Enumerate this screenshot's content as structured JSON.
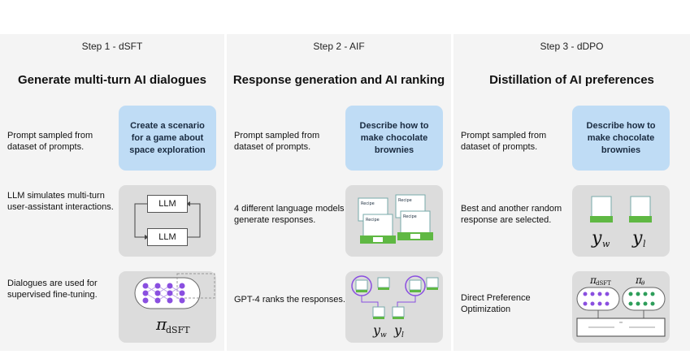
{
  "steps": [
    {
      "step_label": "Step 1 - dSFT",
      "title": "Generate multi-turn AI dialogues",
      "rows": [
        {
          "desc": "Prompt sampled from dataset of prompts.",
          "prompt": "Create a scenario for a game about space exploration"
        },
        {
          "desc": "LLM simulates multi-turn user-assistant interactions.",
          "llm_labels": [
            "LLM",
            "LLM"
          ]
        },
        {
          "desc": "Dialogues are used for supervised fine-tuning.",
          "model_label": "π",
          "model_sub": "dSFT"
        }
      ]
    },
    {
      "step_label": "Step 2 - AIF",
      "title": "Response generation and AI ranking",
      "rows": [
        {
          "desc": "Prompt sampled from dataset of prompts.",
          "prompt": "Describe how to make chocolate brownies"
        },
        {
          "desc": "4 different language models generate responses.",
          "card_title": "Recipe"
        },
        {
          "desc": "GPT-4 ranks the responses.",
          "y_w": "y",
          "y_w_sub": "w",
          "y_l": "y",
          "y_l_sub": "l"
        }
      ]
    },
    {
      "step_label": "Step 3 - dDPO",
      "title": "Distillation of AI preferences",
      "rows": [
        {
          "desc": "Prompt sampled from dataset of prompts.",
          "prompt": "Describe how to make chocolate brownies"
        },
        {
          "desc": "Best and another random response are selected.",
          "y_w": "y",
          "y_w_sub": "w",
          "y_l": "y",
          "y_l_sub": "l"
        },
        {
          "desc": "Direct Preference Optimization",
          "pi_ref": "π",
          "pi_ref_sub": "dSFT",
          "pi_theta": "π",
          "pi_theta_sub": "θ"
        }
      ]
    }
  ],
  "colors": {
    "prompt_bg": "#bfdcf5",
    "panel_bg": "#f4f4f4",
    "box_bg": "#dcdcdc",
    "purple": "#8a4fe0",
    "green": "#2e9e5a",
    "card_green": "#5fb843"
  }
}
